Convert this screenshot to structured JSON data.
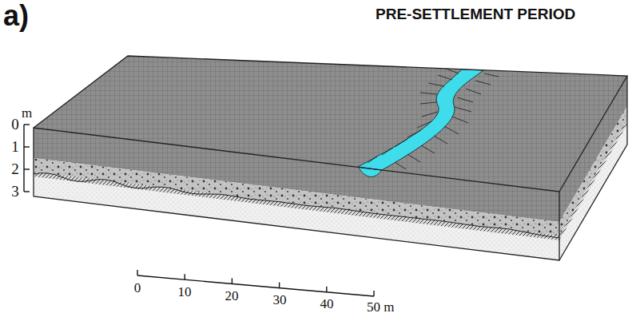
{
  "diagram": {
    "title": "PRE-SETTLEMENT PERIOD",
    "labels": [
      "a)",
      "m",
      "0",
      "1",
      "2",
      "3",
      "0",
      "10",
      "20",
      "30",
      "40",
      "50 m"
    ]
  }
}
